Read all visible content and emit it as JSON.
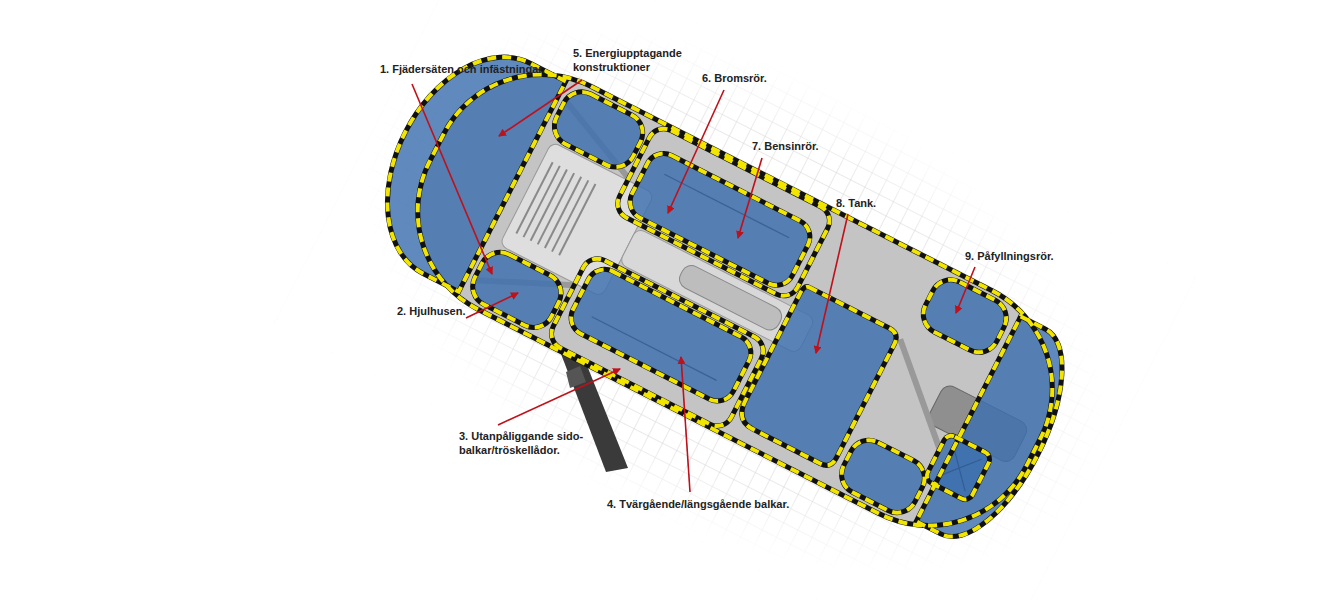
{
  "diagram": {
    "labels": [
      "1. Fjädersäten och infästningar.",
      "5. Energiupptagande konstruktioner",
      "6. Bromsrör.",
      "7. Bensinrör.",
      "8. Tank.",
      "9. Påfyllningsrör.",
      "2. Hjulhusen.",
      "3. Utanpåliggande sido- balkar/tröskellådor.",
      "4. Tvärgående/längsgående balkar."
    ]
  }
}
